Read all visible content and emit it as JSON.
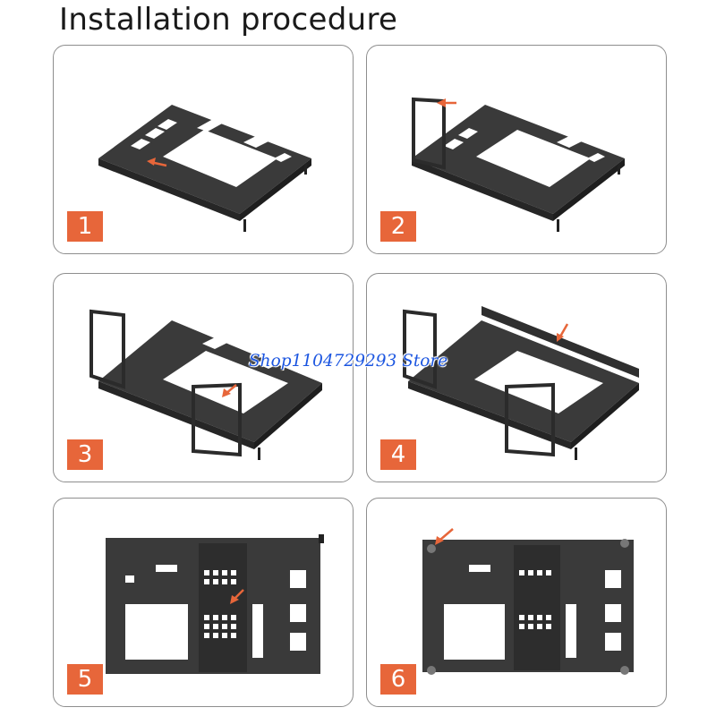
{
  "title": "Installation procedure",
  "watermark": "Shop1104729293 Store",
  "accent_color": "#e7663a",
  "steps": [
    {
      "number": "1"
    },
    {
      "number": "2"
    },
    {
      "number": "3"
    },
    {
      "number": "4"
    },
    {
      "number": "5"
    },
    {
      "number": "6"
    }
  ]
}
